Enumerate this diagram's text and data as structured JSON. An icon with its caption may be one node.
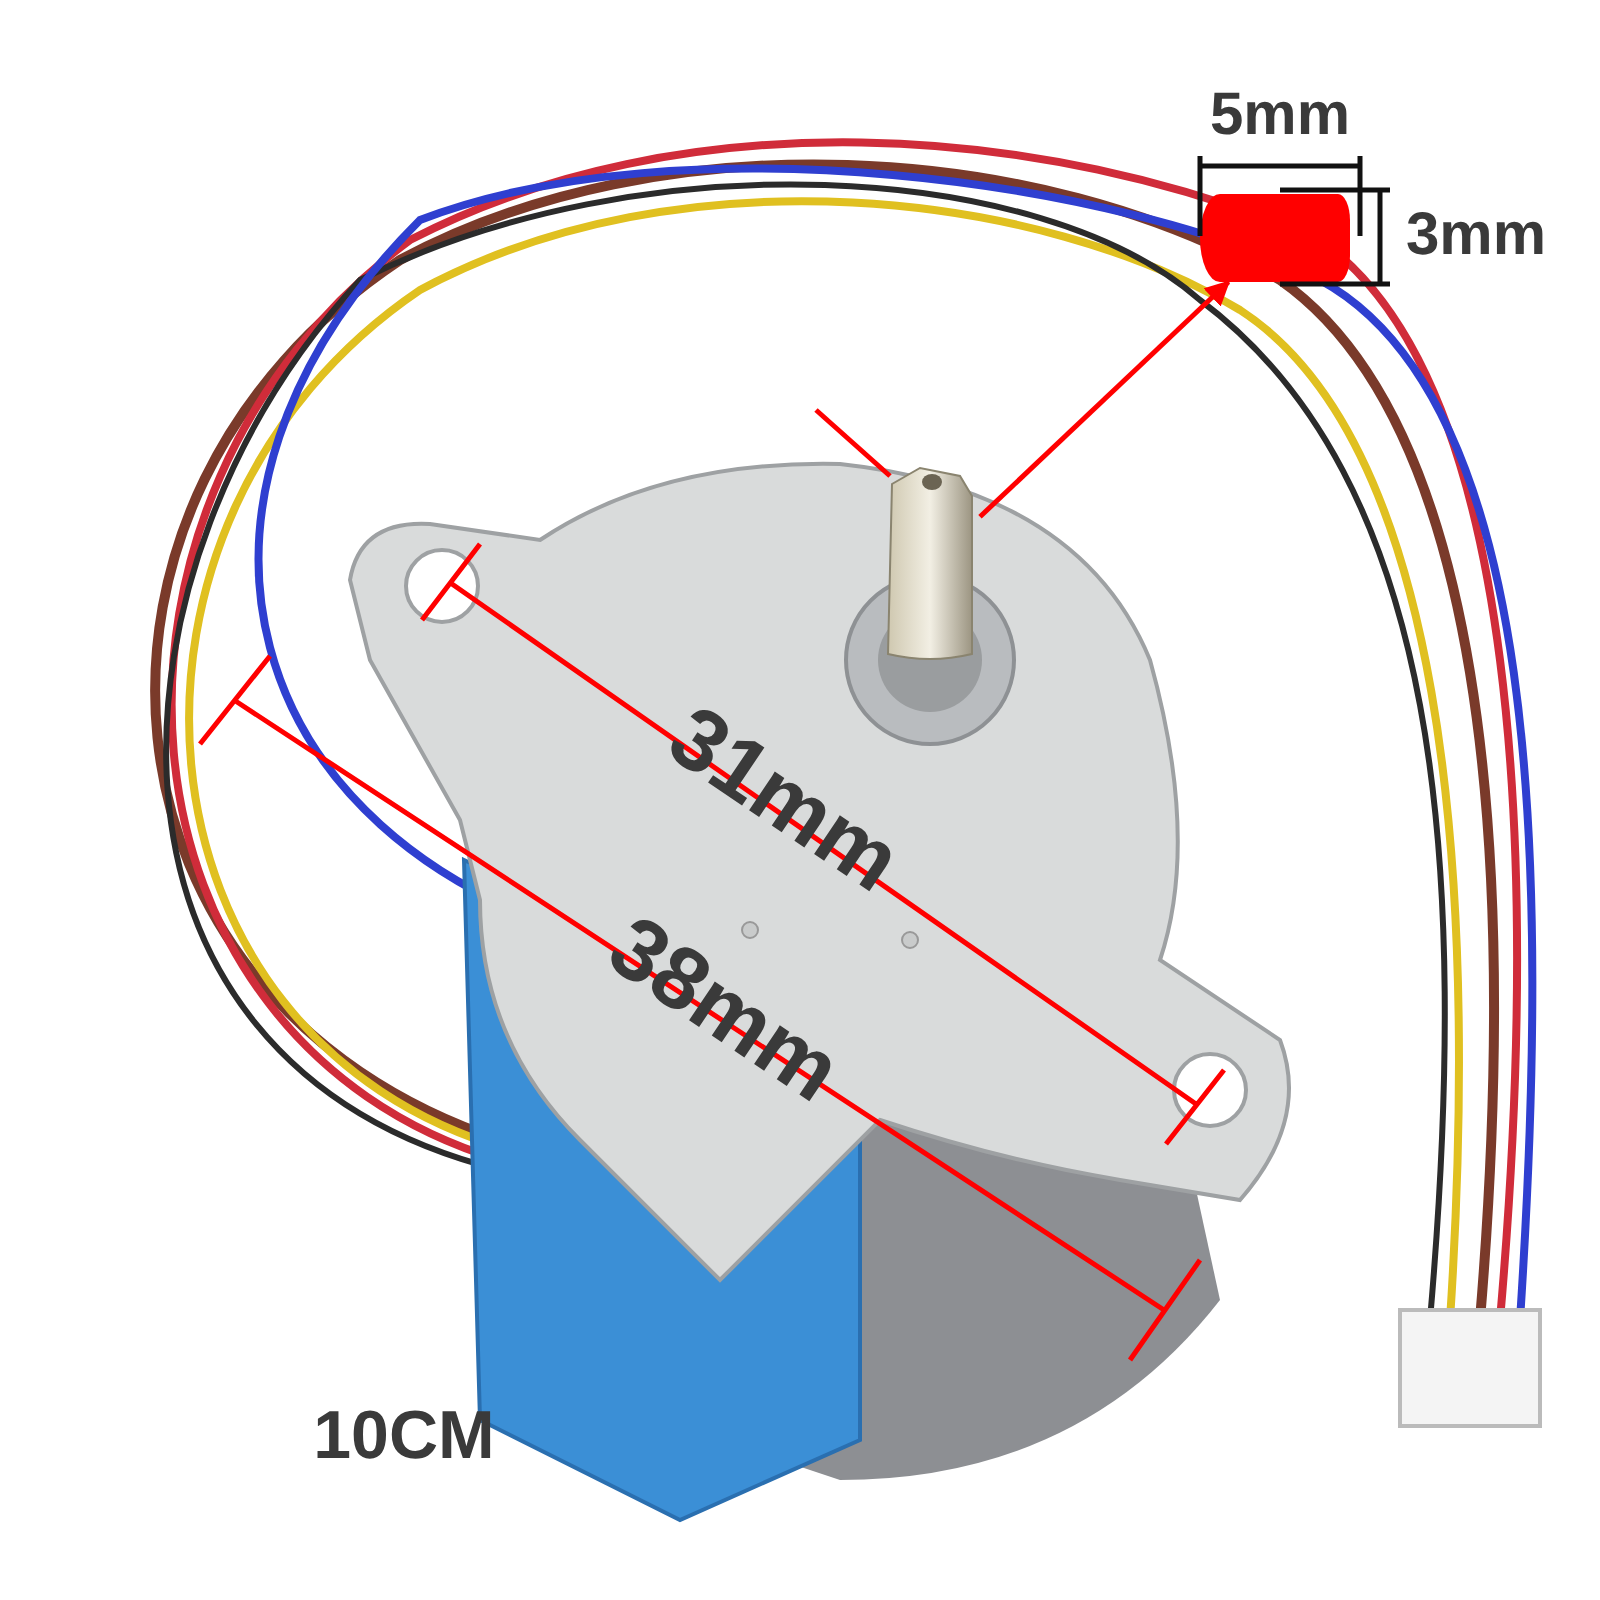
{
  "diagram": {
    "nodes": [
      {
        "text": [],
        "shape": "picture"
      },
      {
        "text": [],
        "shape": "box"
      }
    ],
    "edges": [
      {
        "from": 0,
        "to": 1,
        "arrow": "to"
      }
    ],
    "labels": [
      "5mm",
      "3mm",
      "31mm",
      "38mm",
      "10CM"
    ]
  }
}
